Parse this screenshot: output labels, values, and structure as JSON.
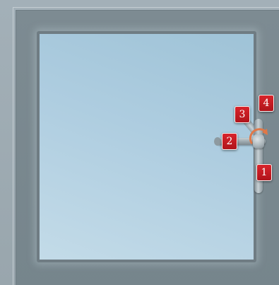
{
  "markers": [
    {
      "label": "1"
    },
    {
      "label": "2"
    },
    {
      "label": "3"
    },
    {
      "label": "4"
    }
  ],
  "colors": {
    "background": "#9aa8b0",
    "frame": "#7d8b92",
    "glass": "#aecde0",
    "marker": "#c81a22",
    "arrow": "#e07848"
  },
  "icons": {
    "handle": "window-handle-icon",
    "rotation": "rotation-arrow-icon"
  }
}
